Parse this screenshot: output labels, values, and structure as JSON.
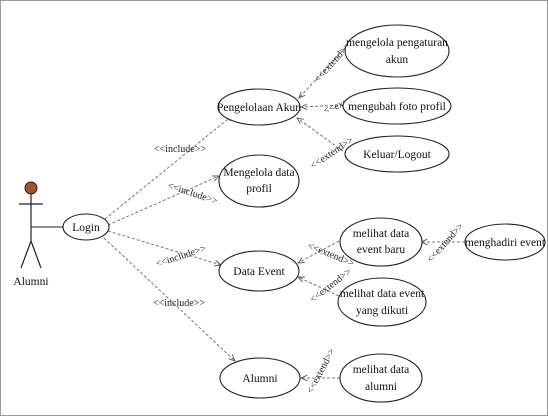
{
  "actor": {
    "name": "Alumni",
    "head_color": "#a0522d"
  },
  "use_cases": {
    "login": "Login",
    "pengelolaan_akun": "Pengelolaan Akun",
    "mengelola_data_profil": [
      "Mengelola data",
      "profil"
    ],
    "data_event": "Data Event",
    "alumni": "Alumni",
    "mengelola_pengaturan_akun": [
      "mengelola pengaturan",
      "akun"
    ],
    "mengubah_foto_profil": "mengubah foto profil",
    "keluar_logout": "Keluar/Logout",
    "melihat_data_event_baru": [
      "melihat data",
      "event baru"
    ],
    "menghadiri_event": "menghadiri event",
    "melihat_data_event_yang_diikuti": [
      "melihat data event",
      "yang dikuti"
    ],
    "melihat_data_alumni": [
      "melihat data",
      "alumni"
    ]
  },
  "relations": {
    "include": "<<include>>",
    "extend": "<<extend>>"
  }
}
